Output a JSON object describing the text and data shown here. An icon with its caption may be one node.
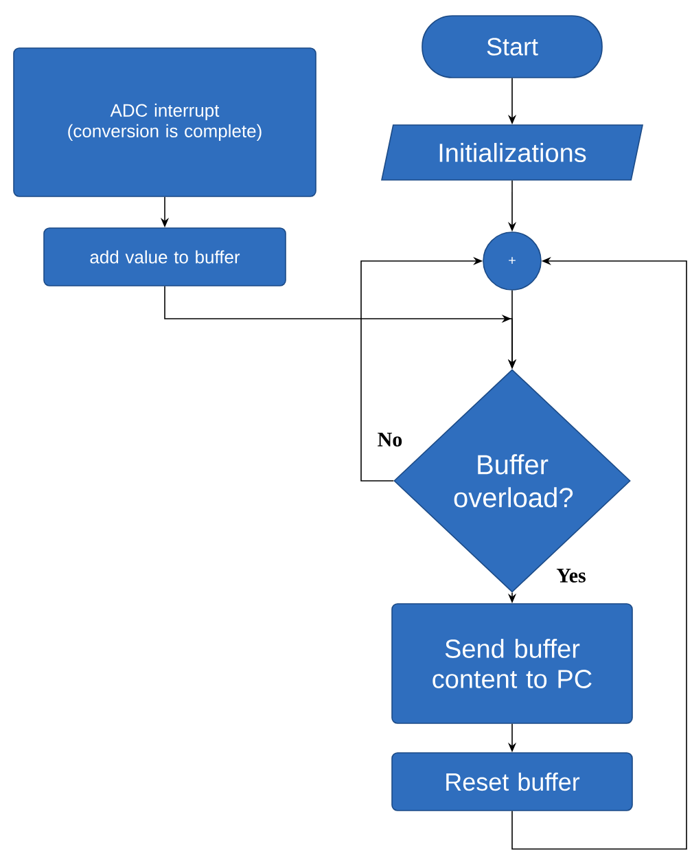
{
  "diagram": {
    "nodes": [
      {
        "text": [
          "ADC interrupt (conversion is complete)"
        ]
      },
      {
        "text": [
          "add value to buffer"
        ]
      },
      {
        "text": [
          "Start"
        ]
      },
      {
        "text": [
          "Initializations"
        ]
      },
      {
        "text": [],
        "shape": "circle"
      },
      {
        "text": [
          "Buffer overload?"
        ]
      },
      {
        "text": [
          "Send buffer content to PC"
        ]
      },
      {
        "text": [
          "Reset buffer"
        ]
      }
    ],
    "edges": [
      {
        "from": 0,
        "to": 1,
        "arrow": "to"
      },
      {
        "from": 2,
        "to": 3,
        "arrow": "to"
      },
      {
        "from": 3,
        "to": 4,
        "arrow": "to"
      },
      {
        "from": 1,
        "to": 5,
        "arrow": "to"
      },
      {
        "from": 4,
        "to": 5,
        "arrow": "to"
      },
      {
        "from": 5,
        "to": 4,
        "arrow": "to",
        "label": "No"
      },
      {
        "from": 5,
        "to": 6,
        "arrow": "to",
        "label": "Yes"
      },
      {
        "from": 6,
        "to": 7,
        "arrow": "to"
      },
      {
        "from": 7,
        "to": 4,
        "arrow": "to"
      }
    ],
    "labels": [
      "+"
    ]
  }
}
